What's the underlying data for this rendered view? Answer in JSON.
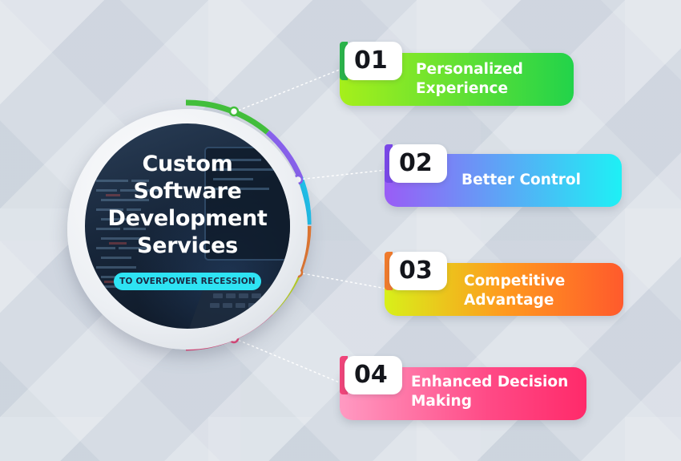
{
  "hub": {
    "title_lines": [
      "Custom",
      "Software",
      "Development",
      "Services"
    ],
    "tagline": "TO OVERPOWER RECESSION"
  },
  "items": [
    {
      "number": "01",
      "label_lines": [
        "Personalized",
        "Experience"
      ],
      "color_from": "#9ef01a",
      "color_to": "#22d34a",
      "accent": "#43c13b"
    },
    {
      "number": "02",
      "label_lines": [
        "Better Control"
      ],
      "color_from": "#9a5cf6",
      "color_to": "#1ef0f5",
      "accent": "#8a62f0"
    },
    {
      "number": "03",
      "label_lines": [
        "Competitive",
        "Advantage"
      ],
      "color_from": "#d8f01a",
      "color_to": "#ff5a2c",
      "accent": "#f07b2d"
    },
    {
      "number": "04",
      "label_lines": [
        "Enhanced Decision",
        "Making"
      ],
      "color_from": "#ff9ac2",
      "color_to": "#ff2a6a",
      "accent": "#f0457a"
    }
  ]
}
